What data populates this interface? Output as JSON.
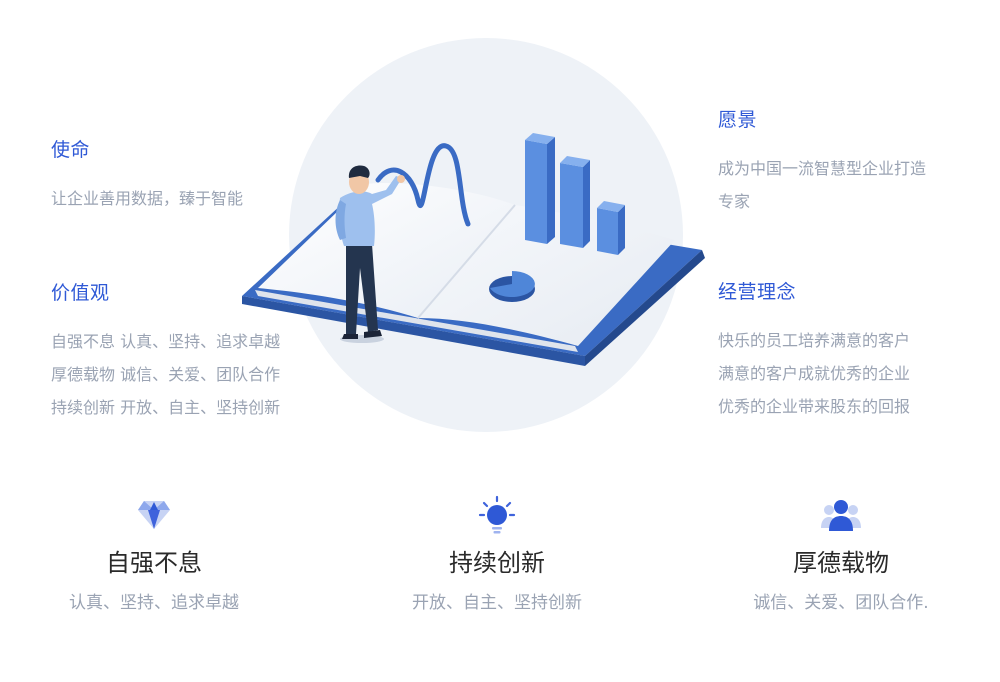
{
  "mission": {
    "title": "使命",
    "lines": [
      "让企业善用数据，臻于智能"
    ]
  },
  "values": {
    "title": "价值观",
    "lines": [
      "自强不息 认真、坚持、追求卓越",
      "厚德载物 诚信、关爱、团队合作",
      "持续创新 开放、自主、坚持创新"
    ]
  },
  "vision": {
    "title": "愿景",
    "lines": [
      "成为中国一流智慧型企业打造",
      "专家"
    ]
  },
  "philosophy": {
    "title": "经营理念",
    "lines": [
      "快乐的员工培养满意的客户",
      "满意的客户成就优秀的企业",
      "优秀的企业带来股东的回报"
    ]
  },
  "features": [
    {
      "icon": "diamond-icon",
      "title": "自强不息",
      "desc": "认真、坚持、追求卓越"
    },
    {
      "icon": "lightbulb-icon",
      "title": "持续创新",
      "desc": "开放、自主、坚持创新"
    },
    {
      "icon": "team-icon",
      "title": "厚德载物",
      "desc": "诚信、关爱、团队合作."
    }
  ],
  "colors": {
    "accent": "#2f59d6",
    "muted_text": "#9aa3b3",
    "book_blue": "#3a6bc4",
    "bar_blue": "#4f86d8"
  }
}
